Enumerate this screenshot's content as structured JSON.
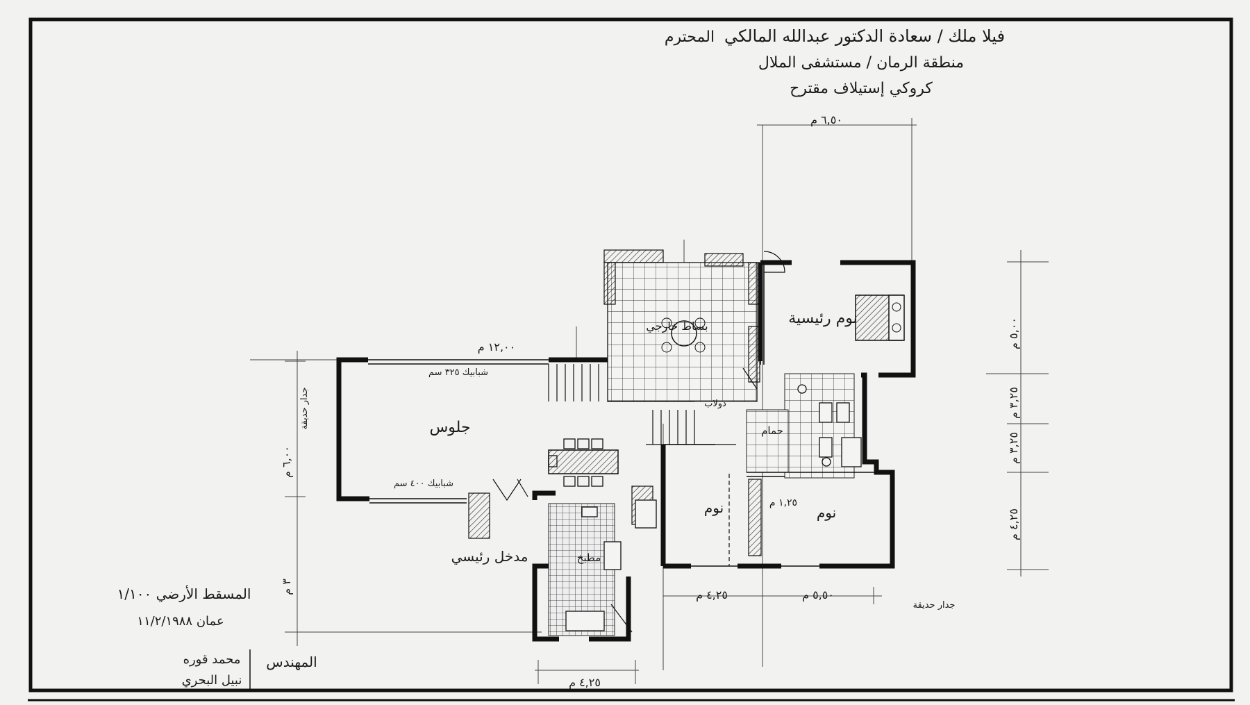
{
  "title_block": {
    "line1": "فيلا ملك / سعادة الدكتور عبدالله المالكي",
    "line1_tag": "المحترم",
    "line2": "منطقة الرمان / مستشفى الملال",
    "line3": "كروكي إستيلاف مقترح"
  },
  "drawing": {
    "caption": "المسقط الأرضي ١/١٠٠",
    "date": "عمان ١١/٢/١٩٨٨",
    "engineer_label": "المهندس",
    "engineer_name1": "محمد قوره",
    "engineer_name2": "نبيل البحري"
  },
  "rooms": {
    "majlis": "جلوس",
    "master_bedroom": "نوم رئيسية",
    "bedroom_1": "نوم",
    "bedroom_2": "نوم",
    "bath": "حمام",
    "kitchen": "مطبخ",
    "hall": "بساط خارجي",
    "main_entrance": "مدخل رئيسي",
    "wardrobe": "دولاب"
  },
  "dimensions": {
    "top_width": "٦,٥٠ م",
    "majlis_length": "١٢,٠٠ م",
    "right_1": "٥,٠٠ م",
    "right_2": "٣,٢٥ م",
    "right_3": "٣,٢٥ م",
    "right_4": "٤,٢٥ م",
    "bottom_1": "٤,٢٥ م",
    "bottom_2": "٥,٥٠ م",
    "bottom_3": "٤,٢٥ م",
    "left_1": "٦,٠٠ م",
    "left_2": "٣ م",
    "corridor": "١,٢٥ م"
  },
  "notes": {
    "majlis_wall_top": "شبابيك ٣٢٥ سم",
    "majlis_wall_bottom": "شبابيك ٤٠٠ سم",
    "garden_wall": "جدار حديقة",
    "left_note": "جدار حديقة"
  },
  "colors": {
    "ink": "#1a1a1a",
    "paper": "#f2f2f0",
    "frame": "#111111"
  }
}
